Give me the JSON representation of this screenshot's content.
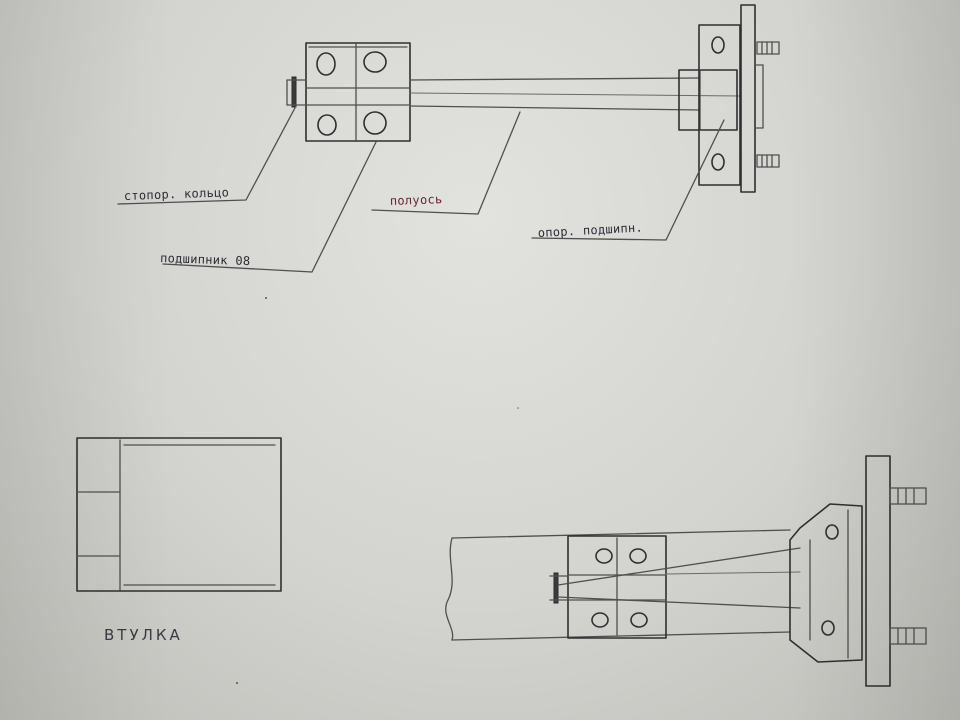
{
  "labels": {
    "retaining_ring": "стопор. кольцо",
    "bearing": "подшипник 08",
    "half_axle": "полуось",
    "support_bearing": "опор. подшипн.",
    "bushing": "ВТУЛКА"
  },
  "colors": {
    "paper": "#d6d6d2",
    "pencil": "#4f4f4f",
    "ink": "#2c2c36",
    "half_axle_label": "#6b2430"
  }
}
